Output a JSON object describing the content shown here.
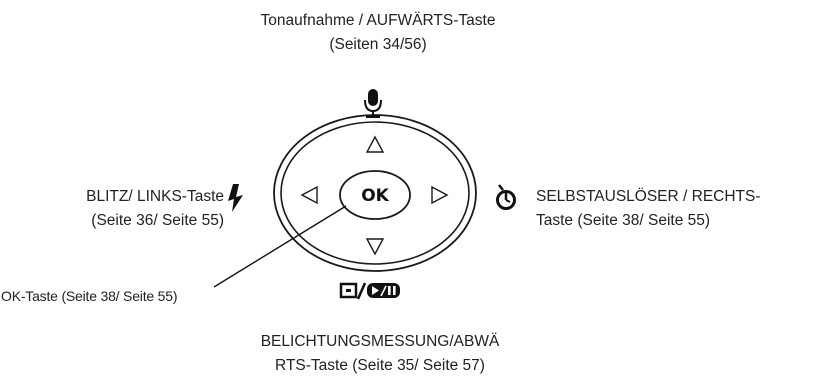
{
  "labels": {
    "top_line1": "Tonaufnahme / AUFWÄRTS-Taste",
    "top_line2": "(Seiten 34/56)",
    "left_line1": "BLITZ/ LINKS-Taste",
    "left_line2": "(Seite 36/ Seite 55)",
    "right_line1": "SELBSTAUSLÖSER / RECHTS-",
    "right_line2": "Taste (Seite 38/ Seite 55)",
    "ok_label": "OK-Taste (Seite 38/ Seite 55)",
    "bottom_line1": "BELICHTUNGSMESSUNG/ABWÄ",
    "bottom_line2": "RTS-Taste (Seite 35/ Seite 57)"
  },
  "dpad": {
    "center_button": "OK"
  },
  "icons": {
    "up": "microphone-icon",
    "left": "flash-icon",
    "right": "self-timer-icon",
    "down": "metering-playback-icon"
  }
}
